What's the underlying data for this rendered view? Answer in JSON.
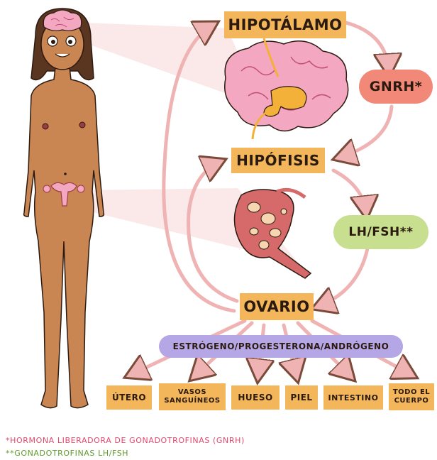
{
  "nodes": {
    "hipotalamo": "HIPOTÁLAMO",
    "hipofisis": "HIPÓFISIS",
    "ovario": "OVARIO"
  },
  "hormones": {
    "gnrh": "GNRH*",
    "lhfsh": "LH/FSH**",
    "steroids": "ESTRÓGENO/PROGESTERONA/ANDRÓGENO"
  },
  "targets": [
    "ÚTERO",
    "VASOS SANGUÍNEOS",
    "HUESO",
    "PIEL",
    "INTESTINO",
    "TODO EL CUERPO"
  ],
  "footnotes": {
    "gnrh": "*HORMONA LIBERADORA DE GONADOTROFINAS (GNRH)",
    "lhfsh": "**GONADOTROFINAS LH/FSH"
  },
  "colors": {
    "box": "#f3b65a",
    "gnrh_pill": "#f28878",
    "lhfsh_pill": "#c7df8e",
    "steroid_pill": "#b5a6e6",
    "arrow": "#f0b3b3",
    "arrow_stroke": "#7a4a3a",
    "footnote_gnrh": "#e2476b",
    "footnote_lhfsh": "#5f9a2e"
  },
  "icons": [
    "woman-figure",
    "brain-icon",
    "pituitary-icon",
    "uterus-icon",
    "ovary-icon"
  ]
}
